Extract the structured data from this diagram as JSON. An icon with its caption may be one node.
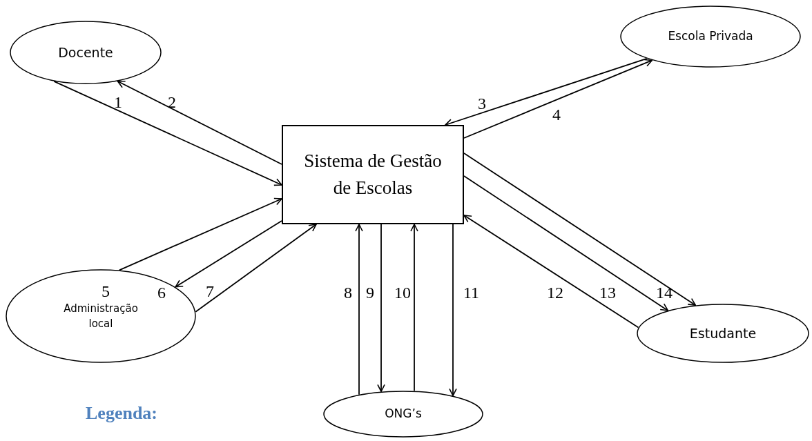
{
  "diagram": {
    "nodes": [
      {
        "text": [
          "Docente"
        ]
      },
      {
        "text": [
          "Escola Privada"
        ]
      },
      {
        "text": [
          "Sistema de Gestão de Escolas"
        ]
      },
      {
        "text": [
          "Administração local"
        ]
      },
      {
        "text": [
          "ONG’s"
        ]
      },
      {
        "text": [
          "Estudante"
        ]
      }
    ],
    "edges": [
      {
        "from": 0,
        "to": 2,
        "arrow": "to",
        "label": "1"
      },
      {
        "from": 2,
        "to": 0,
        "arrow": "to",
        "label": "2"
      },
      {
        "from": 1,
        "to": 2,
        "arrow": "to",
        "label": "3"
      },
      {
        "from": 2,
        "to": 1,
        "arrow": "to",
        "label": "4"
      },
      {
        "from": 3,
        "to": 2,
        "arrow": "to",
        "label": "5"
      },
      {
        "from": 2,
        "to": 3,
        "arrow": "to",
        "label": "6"
      },
      {
        "from": 3,
        "to": 2,
        "arrow": "to",
        "label": "7"
      },
      {
        "from": 4,
        "to": 2,
        "arrow": "to",
        "label": "8"
      },
      {
        "from": 2,
        "to": 4,
        "arrow": "to",
        "label": "9"
      },
      {
        "from": 4,
        "to": 2,
        "arrow": "to",
        "label": "10"
      },
      {
        "from": 2,
        "to": 4,
        "arrow": "to",
        "label": "11"
      },
      {
        "from": 5,
        "to": 2,
        "arrow": "to",
        "label": "12"
      },
      {
        "from": 2,
        "to": 5,
        "arrow": "to",
        "label": "13"
      },
      {
        "from": 2,
        "to": 5,
        "arrow": "to",
        "label": "14"
      }
    ],
    "labels": [
      "Legenda:"
    ]
  }
}
